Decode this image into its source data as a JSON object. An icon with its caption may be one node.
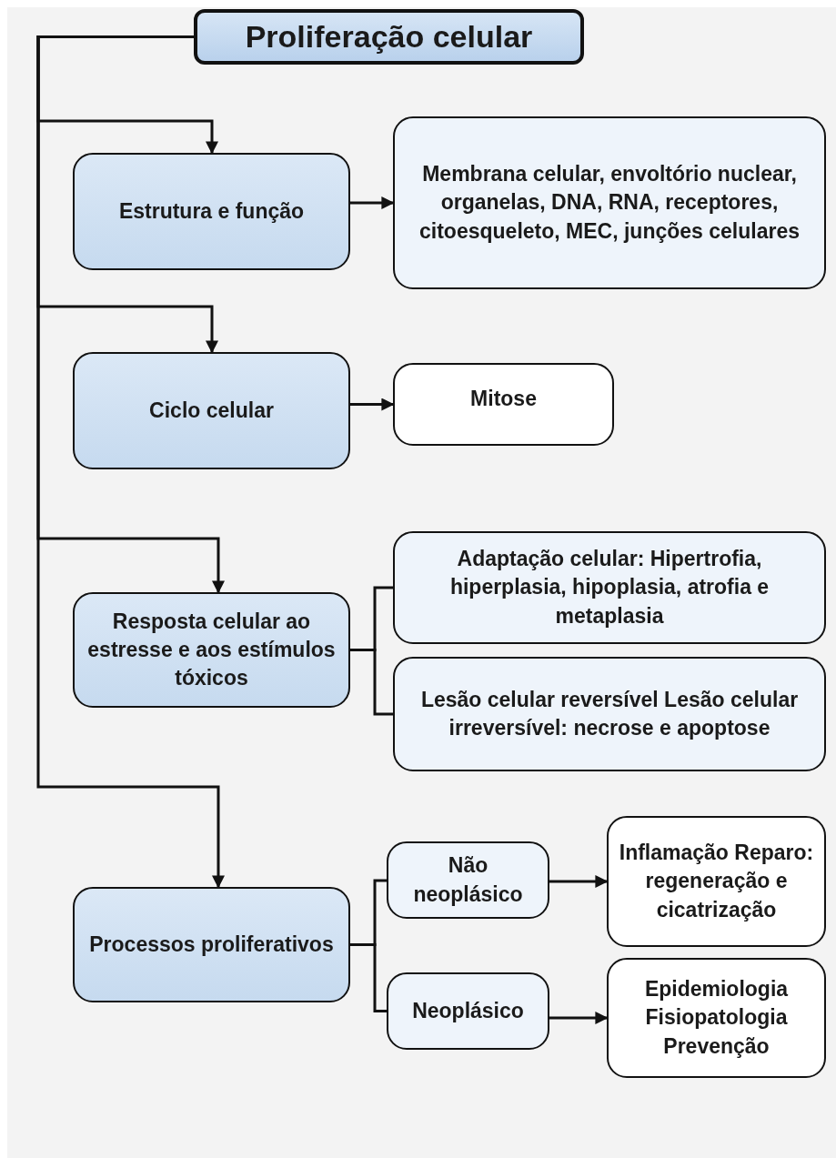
{
  "diagram": {
    "nodes": [
      {
        "text": [
          "Proliferação celular"
        ]
      },
      {
        "text": [
          "Estrutura e função"
        ]
      },
      {
        "text": [
          "Membrana celular, envoltório nuclear, organelas, DNA, RNA, receptores, citoesqueleto, MEC, junções celulares"
        ]
      },
      {
        "text": [
          "Ciclo celular"
        ]
      },
      {
        "text": [
          "Mitose"
        ]
      },
      {
        "text": [
          "Resposta celular ao estresse e aos estímulos tóxicos"
        ]
      },
      {
        "text": [
          "Adaptação celular: Hipertrofia, hiperplasia, hipoplasia, atrofia e metaplasia"
        ]
      },
      {
        "text": [
          "Lesão celular reversível Lesão celular irreversível: necrose e apoptose"
        ]
      },
      {
        "text": [
          "Processos proliferativos"
        ]
      },
      {
        "text": [
          "Não neoplásico"
        ]
      },
      {
        "text": [
          "Inflamação Reparo: regeneração e cicatrização"
        ]
      },
      {
        "text": [
          "Neoplásico"
        ]
      },
      {
        "text": [
          "Epidemiologia Fisiopatologia Prevenção"
        ]
      }
    ],
    "edges": [
      {
        "from": 0,
        "to": 1,
        "arrow": "to"
      },
      {
        "from": 1,
        "to": 2,
        "arrow": "to"
      },
      {
        "from": 0,
        "to": 3,
        "arrow": "to"
      },
      {
        "from": 3,
        "to": 4,
        "arrow": "to"
      },
      {
        "from": 0,
        "to": 5,
        "arrow": "to"
      },
      {
        "from": 5,
        "to": 6,
        "arrow": "none"
      },
      {
        "from": 5,
        "to": 7,
        "arrow": "none"
      },
      {
        "from": 0,
        "to": 8,
        "arrow": "to"
      },
      {
        "from": 8,
        "to": 9,
        "arrow": "none"
      },
      {
        "from": 9,
        "to": 10,
        "arrow": "to"
      },
      {
        "from": 8,
        "to": 11,
        "arrow": "none"
      },
      {
        "from": 11,
        "to": 12,
        "arrow": "to"
      }
    ]
  }
}
